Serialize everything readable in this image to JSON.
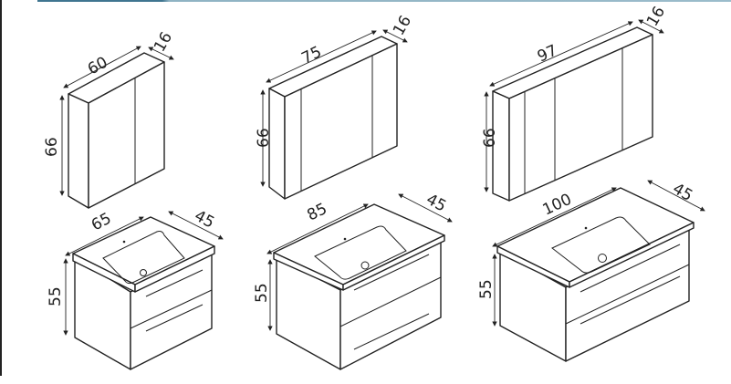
{
  "header": {
    "accent_color": "#3f7590"
  },
  "mirror_cabinets": [
    {
      "width": "60",
      "depth": "16",
      "height": "66"
    },
    {
      "width": "75",
      "depth": "16",
      "height": "66"
    },
    {
      "width": "97",
      "depth": "16",
      "height": "66"
    }
  ],
  "vanity_units": [
    {
      "width": "65",
      "depth": "45",
      "height": "55"
    },
    {
      "width": "85",
      "depth": "45",
      "height": "55"
    },
    {
      "width": "100",
      "depth": "45",
      "height": "55"
    }
  ]
}
